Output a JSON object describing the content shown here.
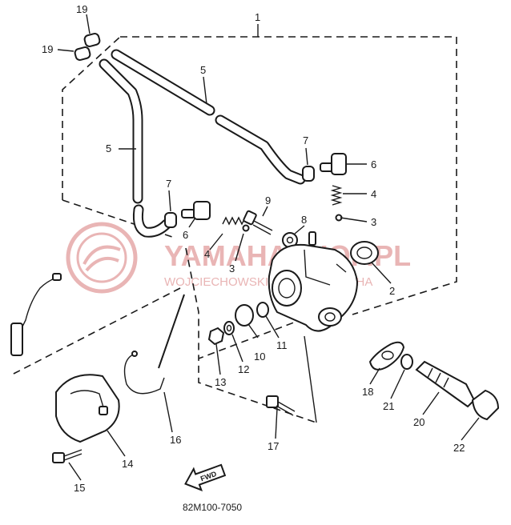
{
  "callouts": {
    "c1": "1",
    "c2": "2",
    "c3a": "3",
    "c3b": "3",
    "c4a": "4",
    "c4b": "4",
    "c5a": "5",
    "c5b": "5",
    "c6a": "6",
    "c6b": "6",
    "c7a": "7",
    "c7b": "7",
    "c8": "8",
    "c9": "9",
    "c10": "10",
    "c11": "11",
    "c12": "12",
    "c13": "13",
    "c14": "14",
    "c15": "15",
    "c16": "16",
    "c17": "17",
    "c18": "18",
    "c19a": "19",
    "c19b": "19",
    "c20": "20",
    "c21": "21",
    "c22": "22"
  },
  "fwd_arrow": "FWD",
  "diagram_code": "82M100-7050",
  "watermark": {
    "main": "YAMAHASHOP.PL",
    "sub": "WOJCIECHOWSKI DEALER YAMAHA",
    "color": "#e9b5b5"
  }
}
